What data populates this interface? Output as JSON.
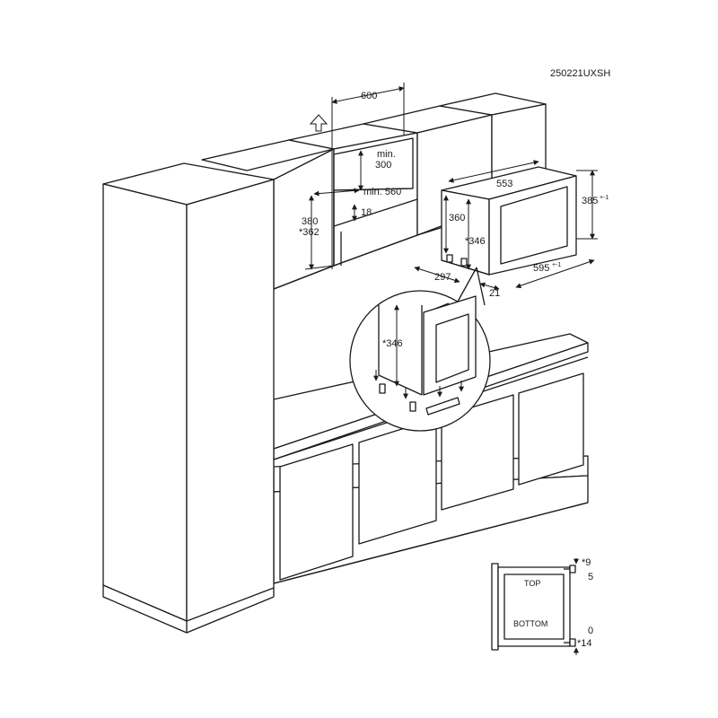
{
  "code": "250221UXSH",
  "dimensions": {
    "niche_width": "600",
    "min_top_gap": "min.",
    "min_top_gap_value": "300",
    "min_depth": "min. 560",
    "gap_18": "18",
    "niche_height_a": "380",
    "niche_height_b": "*362",
    "appliance_width": "553",
    "appliance_body_height": "360",
    "appliance_fixing_height": "*346",
    "front_height": "385",
    "front_height_tol": "+-1",
    "appliance_depth": "297",
    "front_depth": "21",
    "front_width": "595",
    "front_width_tol": "+-1",
    "detail_height": "*346",
    "right_9": "*9",
    "right_5": "5",
    "right_0": "0",
    "right_14": "*14"
  },
  "frame_labels": {
    "top": "TOP",
    "bottom": "BOTTOM"
  },
  "colors": {
    "line": "#1a1a1a",
    "fill": "#ffffff",
    "shade": "#e6e6e6"
  }
}
